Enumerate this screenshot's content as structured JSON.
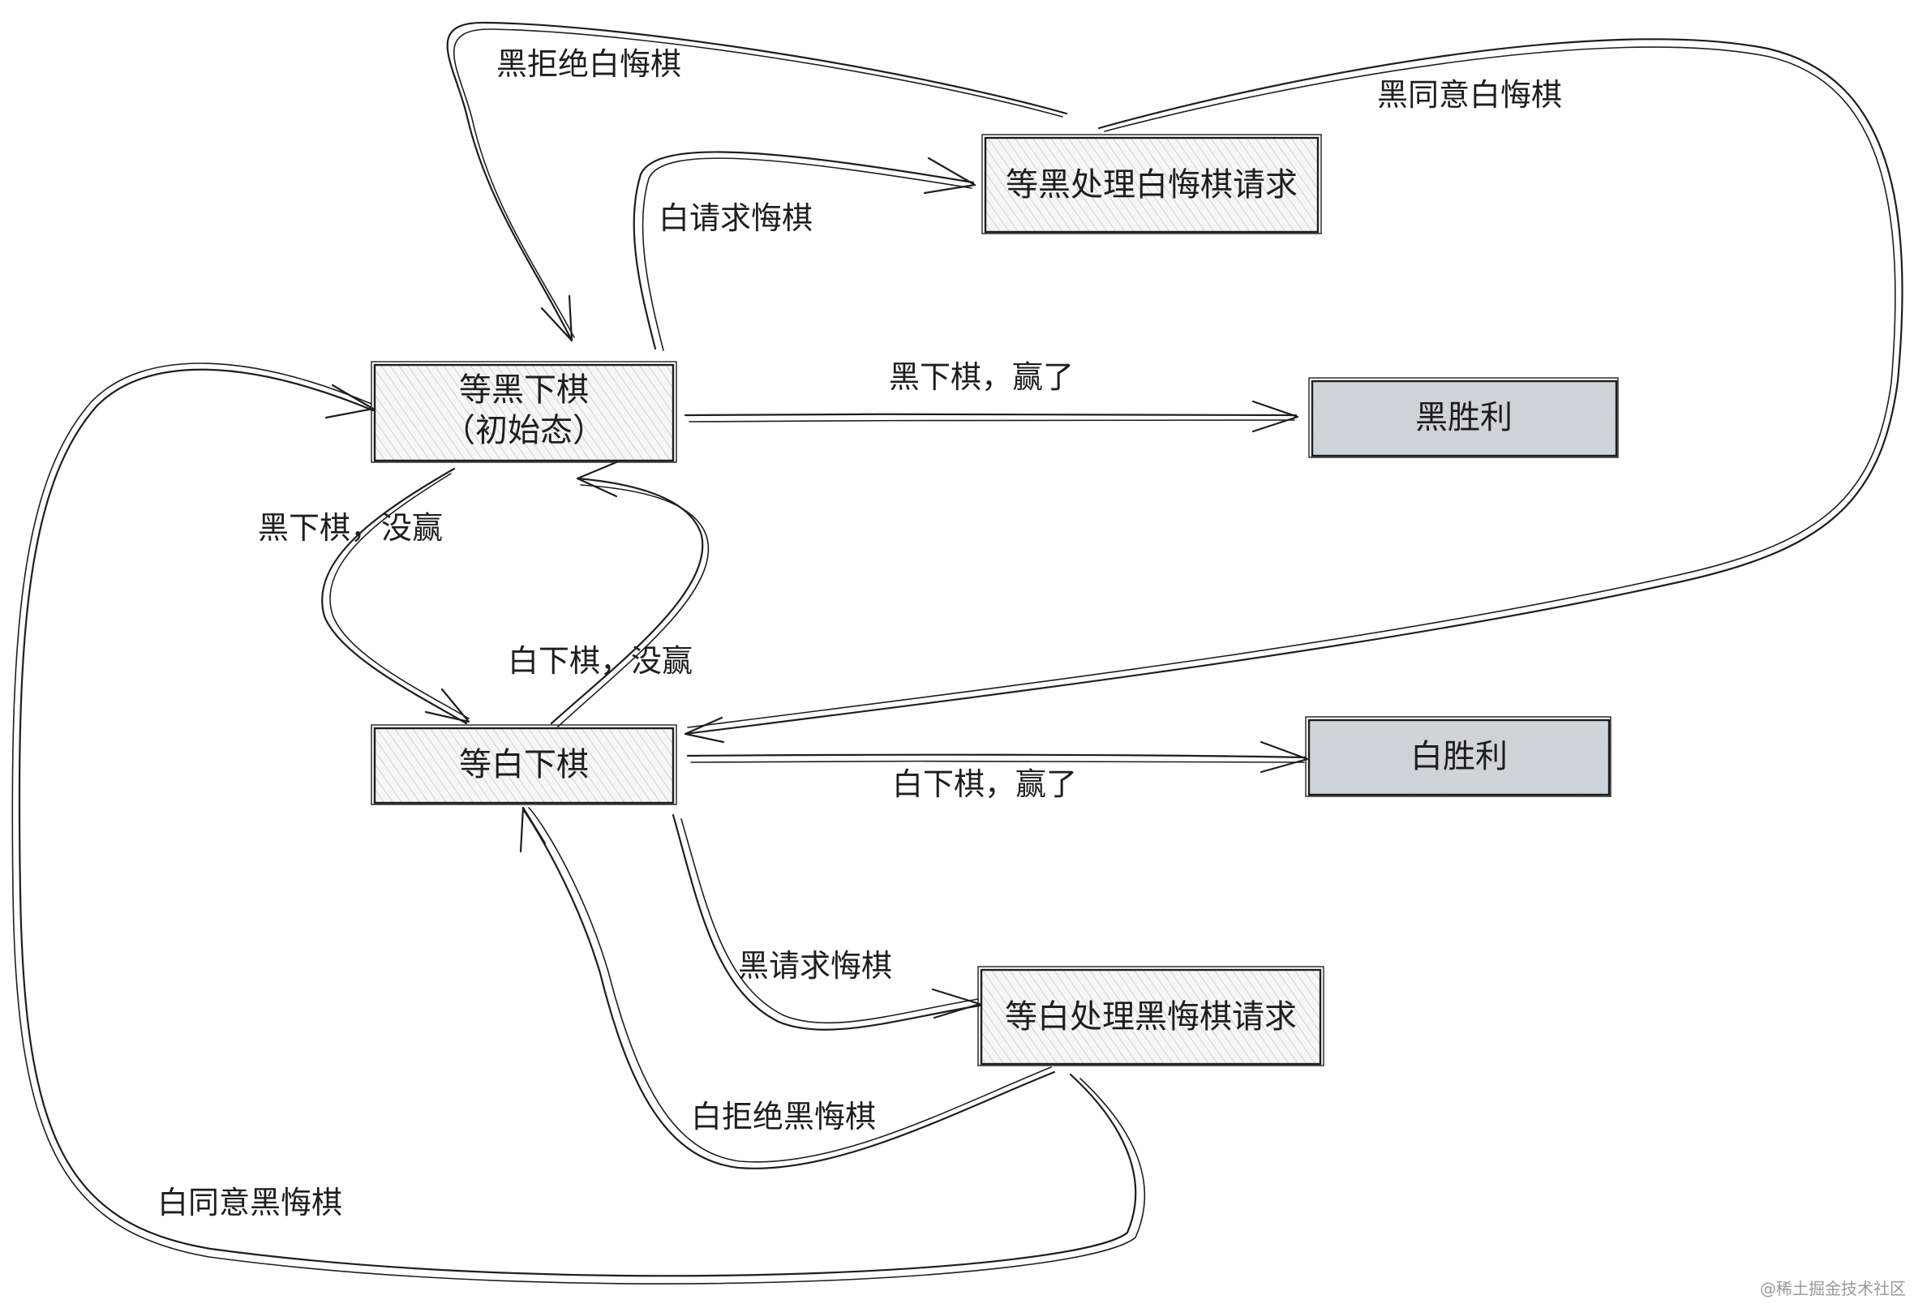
{
  "colors": {
    "ink": "#1e1e1e",
    "hatch": "#b9b9b9",
    "terminal_fill": "#ced4da",
    "background": "#ffffff"
  },
  "nodes": {
    "wait_black": {
      "line1": "等黑下棋",
      "line2": "（初始态）"
    },
    "wait_white": {
      "label": "等白下棋"
    },
    "black_handles_white_undo": {
      "label": "等黑处理白悔棋请求"
    },
    "white_handles_black_undo": {
      "label": "等白处理黑悔棋请求"
    },
    "black_wins": {
      "label": "黑胜利"
    },
    "white_wins": {
      "label": "白胜利"
    }
  },
  "edges": {
    "black_rejects_white_undo": "黑拒绝白悔棋",
    "black_agrees_white_undo": "黑同意白悔棋",
    "white_requests_undo": "白请求悔棋",
    "black_moves_wins": "黑下棋，赢了",
    "black_moves_no_win": "黑下棋，没赢",
    "white_moves_no_win": "白下棋，没赢",
    "white_moves_wins": "白下棋，赢了",
    "black_requests_undo": "黑请求悔棋",
    "white_rejects_black_undo": "白拒绝黑悔棋",
    "white_agrees_black_undo": "白同意黑悔棋"
  },
  "watermark": "@稀土掘金技术社区"
}
